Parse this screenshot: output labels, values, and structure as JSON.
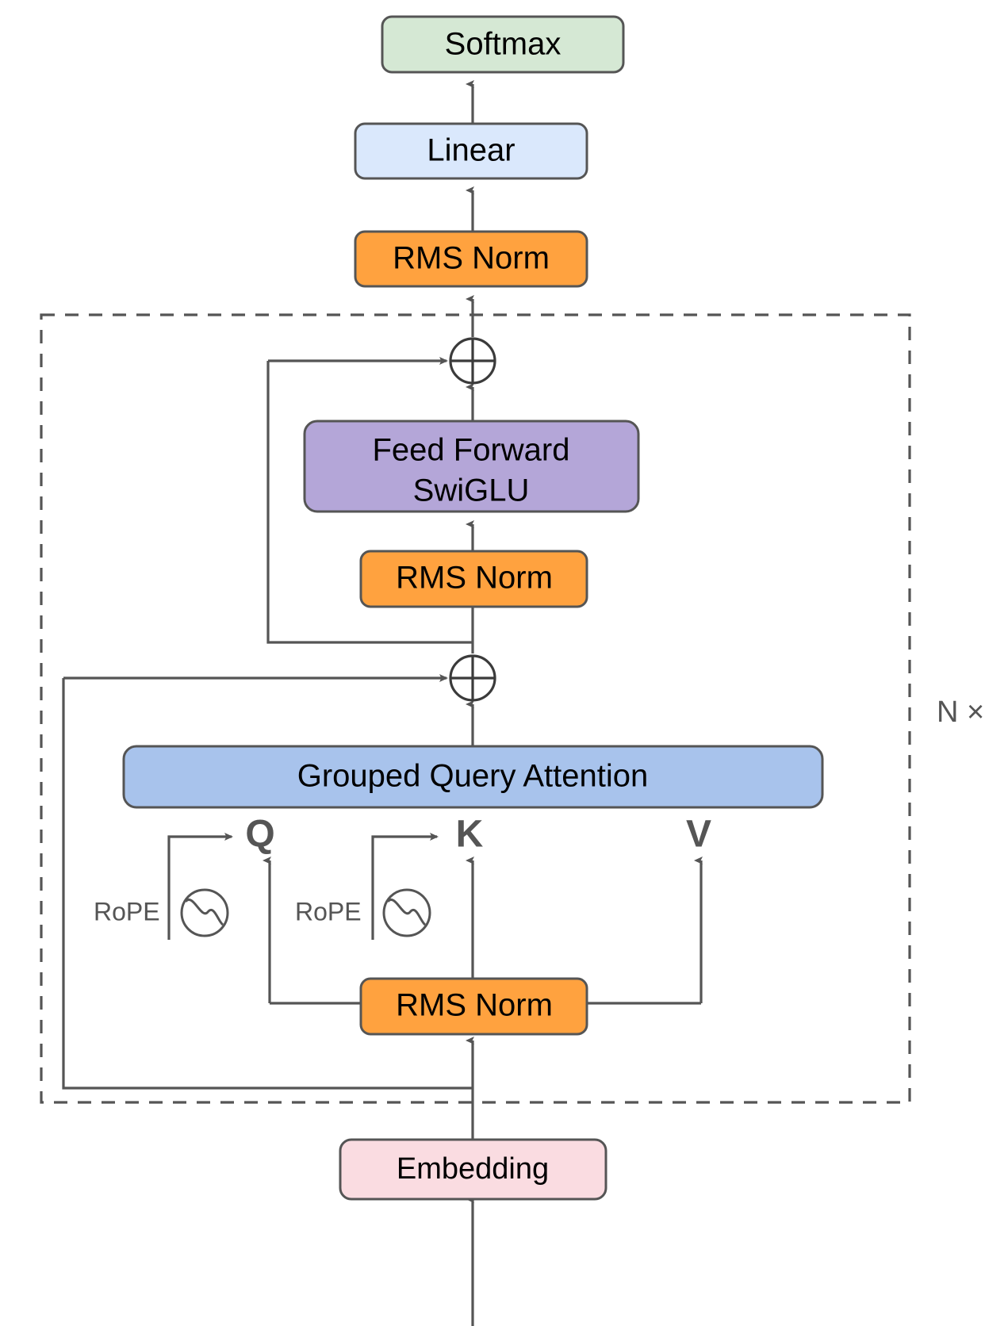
{
  "diagram": {
    "title": "Transformer decoder block architecture",
    "background": "#ffffff",
    "line_color": "#555555",
    "nodes": {
      "softmax": {
        "label": "Softmax",
        "color": "#d5e8d4",
        "font_size": 40
      },
      "linear": {
        "label": "Linear",
        "color": "#dae8fc",
        "font_size": 40
      },
      "rms_norm_final": {
        "label": "RMS Norm",
        "color": "#ffa23f",
        "font_size": 40
      },
      "feed_forward": {
        "label_line1": "Feed Forward",
        "label_line2": "SwiGLU",
        "color": "#b4a6d8",
        "font_size": 40
      },
      "rms_norm_ffn": {
        "label": "RMS Norm",
        "color": "#ffa23f",
        "font_size": 40
      },
      "attention": {
        "label": "Grouped Query Attention",
        "color": "#a8c3ec",
        "font_size": 40
      },
      "rms_norm_attn": {
        "label": "RMS Norm",
        "color": "#ffa23f",
        "font_size": 40
      },
      "embedding": {
        "label": "Embedding",
        "color": "#fadce1",
        "font_size": 38
      }
    },
    "projections": [
      {
        "key": "q",
        "label": "Q",
        "font_size": 48
      },
      {
        "key": "k",
        "label": "K",
        "font_size": 48
      },
      {
        "key": "v",
        "label": "V",
        "font_size": 48
      }
    ],
    "rope_modules": [
      {
        "key": "rope-q",
        "label": "RoPE",
        "font_size": 32
      },
      {
        "key": "rope-k",
        "label": "RoPE",
        "font_size": 32
      }
    ],
    "residual_adds": [
      {
        "key": "add-attn",
        "symbol": "+"
      },
      {
        "key": "add-ffn",
        "symbol": "+"
      }
    ],
    "repeat_block": {
      "label": "N ×",
      "font_size": 38,
      "border_style": "dashed"
    }
  }
}
